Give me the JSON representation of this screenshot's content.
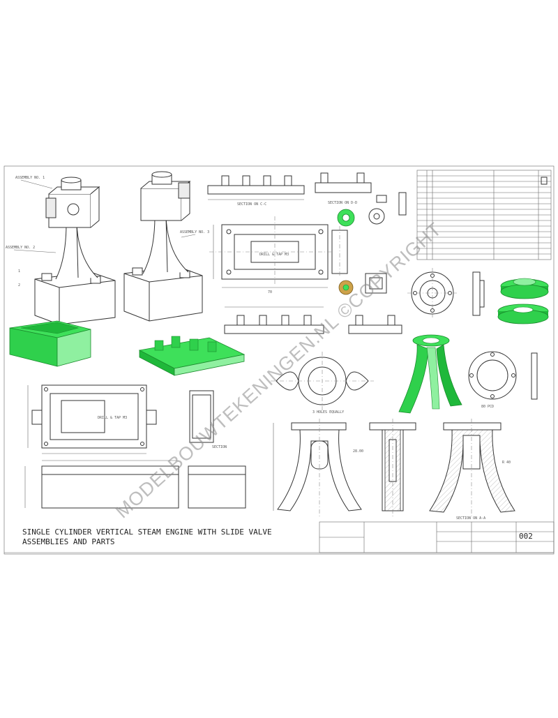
{
  "drawing": {
    "title_line1": "SINGLE CYLINDER VERTICAL STEAM ENGINE WITH SLIDE VALVE",
    "title_line2": "ASSEMBLIES AND PARTS",
    "sheet_number": "002",
    "watermark": "MODELBOUWTEKENINGEN.NL ©COPYRIGHT"
  },
  "colors": {
    "part_highlight": "#3ee05a",
    "part_highlight_dark": "#1fb83a",
    "line": "#333333",
    "paper": "#ffffff"
  }
}
